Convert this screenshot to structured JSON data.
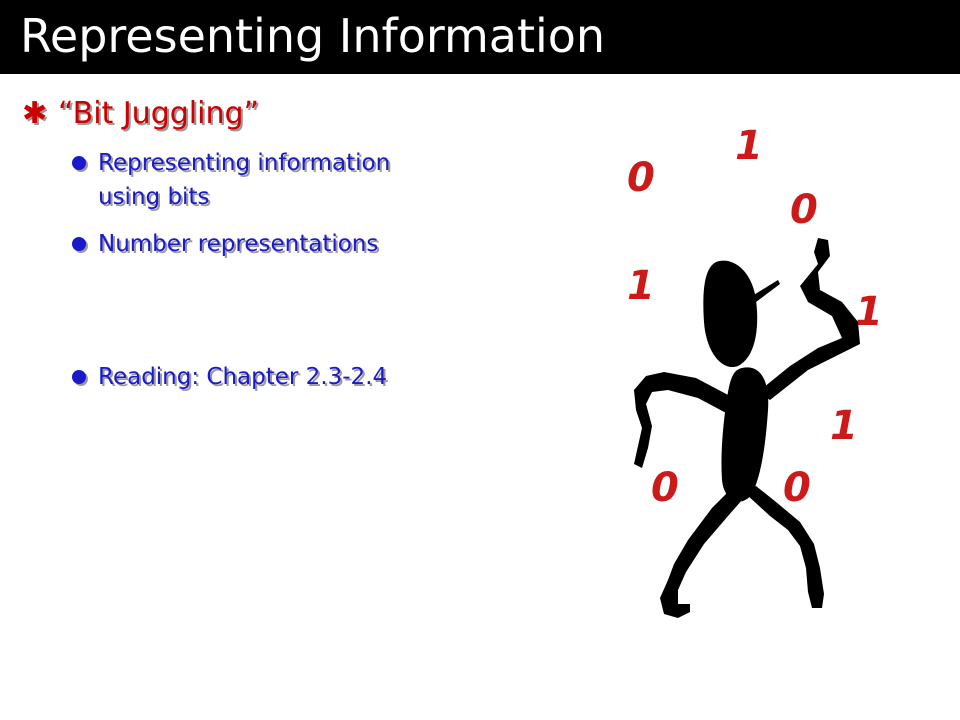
{
  "slide": {
    "title": "Representing Information",
    "bullet": {
      "icon": "asterisk-bullet-icon",
      "text": "“Bit Juggling”"
    },
    "sub_bullets": [
      {
        "line1": "Representing information",
        "line2": "using bits"
      },
      {
        "line1": "Number representations"
      },
      {
        "line1": "Reading:  Chapter 2.3-2.4"
      }
    ],
    "juggled_digits": [
      "1",
      "0",
      "0",
      "1",
      "1",
      "1",
      "0",
      "0"
    ]
  },
  "colors": {
    "title_bar": "#000000",
    "title_text": "#ffffff",
    "bullet_red": "#cc0000",
    "sub_blue": "#1a1acc",
    "digit_red": "#cc1a1a"
  },
  "illustration": "juggling-stick-figure"
}
